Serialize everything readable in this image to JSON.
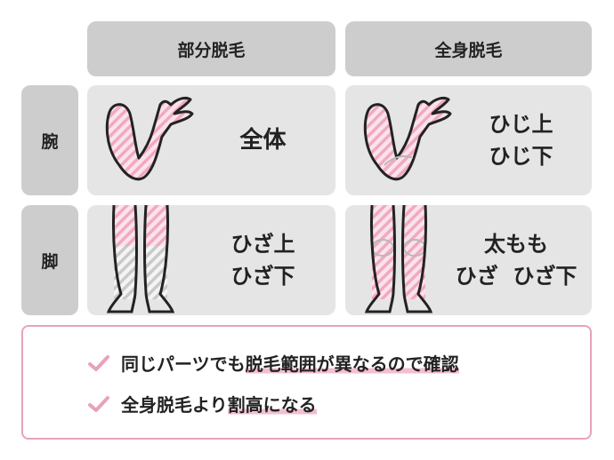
{
  "columns": [
    "部分脱毛",
    "全身脱毛"
  ],
  "rows": [
    "腕",
    "脚"
  ],
  "cells": {
    "arm_partial": [
      "全体"
    ],
    "arm_full": [
      "ひじ上",
      "ひじ下"
    ],
    "leg_partial": [
      "ひざ上",
      "ひざ下"
    ],
    "leg_full_line1": "太もも",
    "leg_full_line2": [
      "ひざ",
      "ひざ下"
    ]
  },
  "notes": [
    {
      "plain": "同じパーツでも",
      "highlight": "脱毛範囲",
      "rest": "が異なるので確認"
    },
    {
      "plain": "全身脱毛より",
      "highlight": "割高",
      "rest": "になる"
    }
  ],
  "colors": {
    "header_bg": "#cdcdcd",
    "cell_bg": "#e5e5e5",
    "accent_pink": "#e8a2bb",
    "skin_pink": "#fbe3ea",
    "stripe_pink": "#f0a9c1",
    "stripe_gray": "#c9c9c9"
  },
  "icons": [
    "arm-illustration",
    "leg-illustration",
    "checkmark-icon"
  ]
}
